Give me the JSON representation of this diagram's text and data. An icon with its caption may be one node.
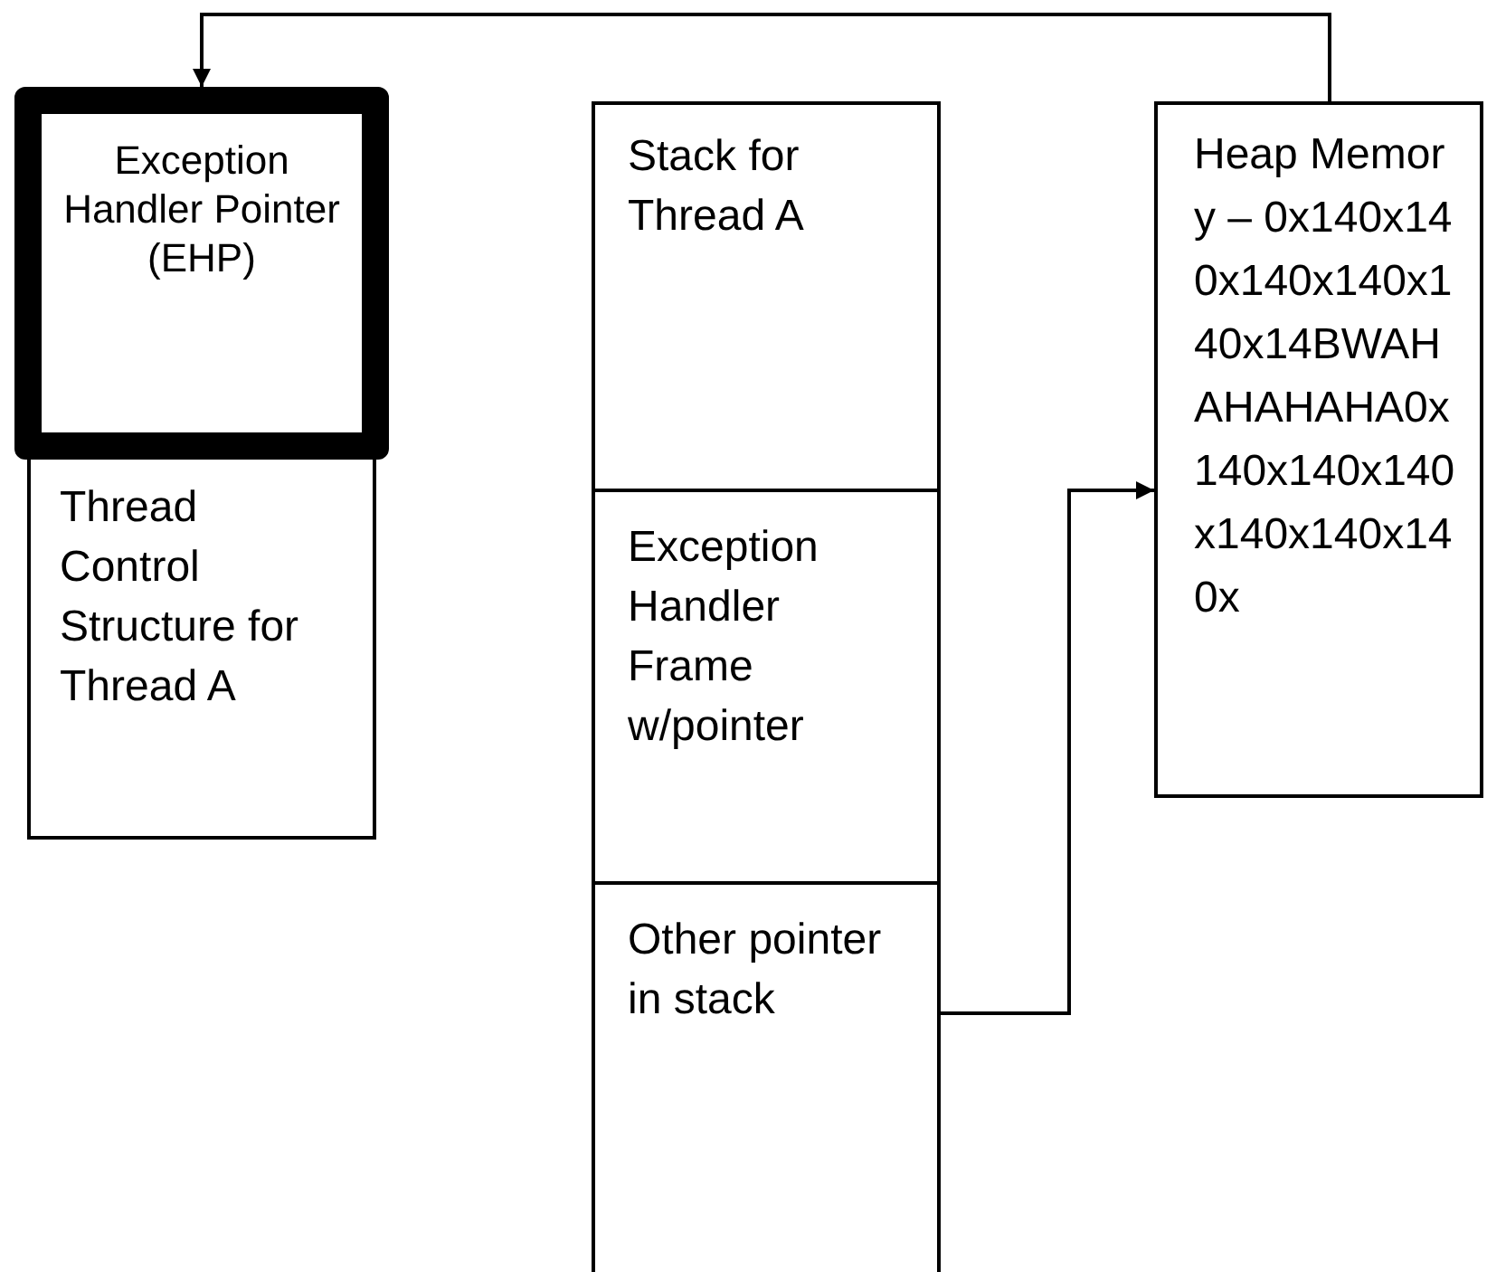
{
  "diagram": {
    "nodes": [
      {
        "text": [
          "Exception Handler Pointer (EHP)"
        ]
      },
      {
        "text": [
          "Thread Control Structure for Thread A"
        ]
      },
      {
        "text": [
          "Stack for Thread A"
        ]
      },
      {
        "text": [
          "Exception Handler Frame w/pointer"
        ]
      },
      {
        "text": [
          "Other pointer in stack"
        ]
      },
      {
        "text": [
          "Heap Memory – 0x140x140x140x140x140x14BWAHAHAHAHA0x140x140x140x140x140x140x"
        ]
      }
    ],
    "edges": [
      {
        "from": 5,
        "to": 0,
        "arrow": "to"
      },
      {
        "from": 4,
        "to": 5,
        "arrow": "to"
      }
    ]
  }
}
